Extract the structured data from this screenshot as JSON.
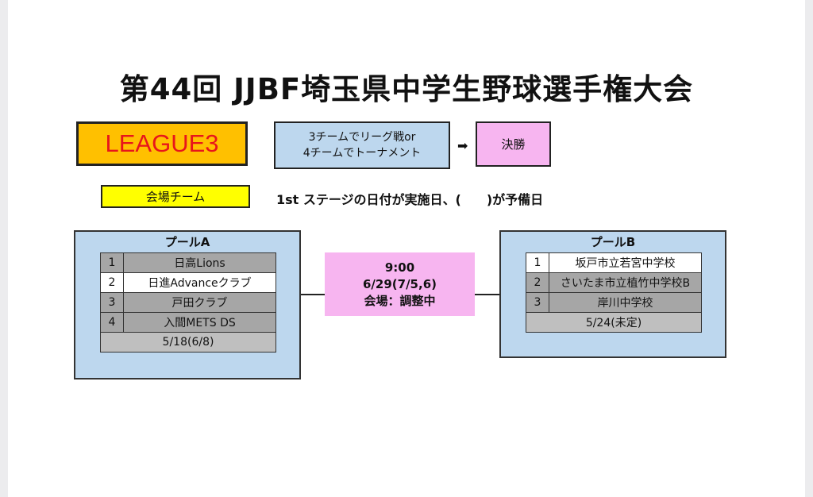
{
  "title": "第44回 JJBF埼玉県中学生野球選手権大会",
  "league_label": "LEAGUE3",
  "format": {
    "line1": "3チームでリーグ戦or",
    "line2": "4チームでトーナメント"
  },
  "arrow": "➡",
  "final_label": "決勝",
  "venue_legend": "会場チーム",
  "stage_note": "1st ステージの日付が実施日、(　　)が予備日",
  "pool_a": {
    "title": "プールA",
    "teams": [
      {
        "num": "1",
        "name": "日高Lions"
      },
      {
        "num": "2",
        "name": "日進Advanceクラブ"
      },
      {
        "num": "3",
        "name": "戸田クラブ"
      },
      {
        "num": "4",
        "name": "入間METS DS"
      }
    ],
    "date": "5/18(6/8)"
  },
  "pool_b": {
    "title": "プールB",
    "teams": [
      {
        "num": "1",
        "name": "坂戸市立若宮中学校"
      },
      {
        "num": "2",
        "name": "さいたま市立植竹中学校B"
      },
      {
        "num": "3",
        "name": "岸川中学校"
      }
    ],
    "date": "5/24(未定)"
  },
  "final_match": {
    "time": "9:00",
    "date": "6/29(7/5,6)",
    "venue": "会場：調整中"
  },
  "colors": {
    "league_bg": "#ffc000",
    "league_text": "#e8151b",
    "format_bg": "#bdd7ee",
    "final_bg": "#f7b5f0",
    "venue_team_bg": "#ffff00",
    "pool_bg": "#bdd7ee",
    "team_cell_bg": "#a6a6a6",
    "venue_team_cell_bg": "#ffffff"
  }
}
